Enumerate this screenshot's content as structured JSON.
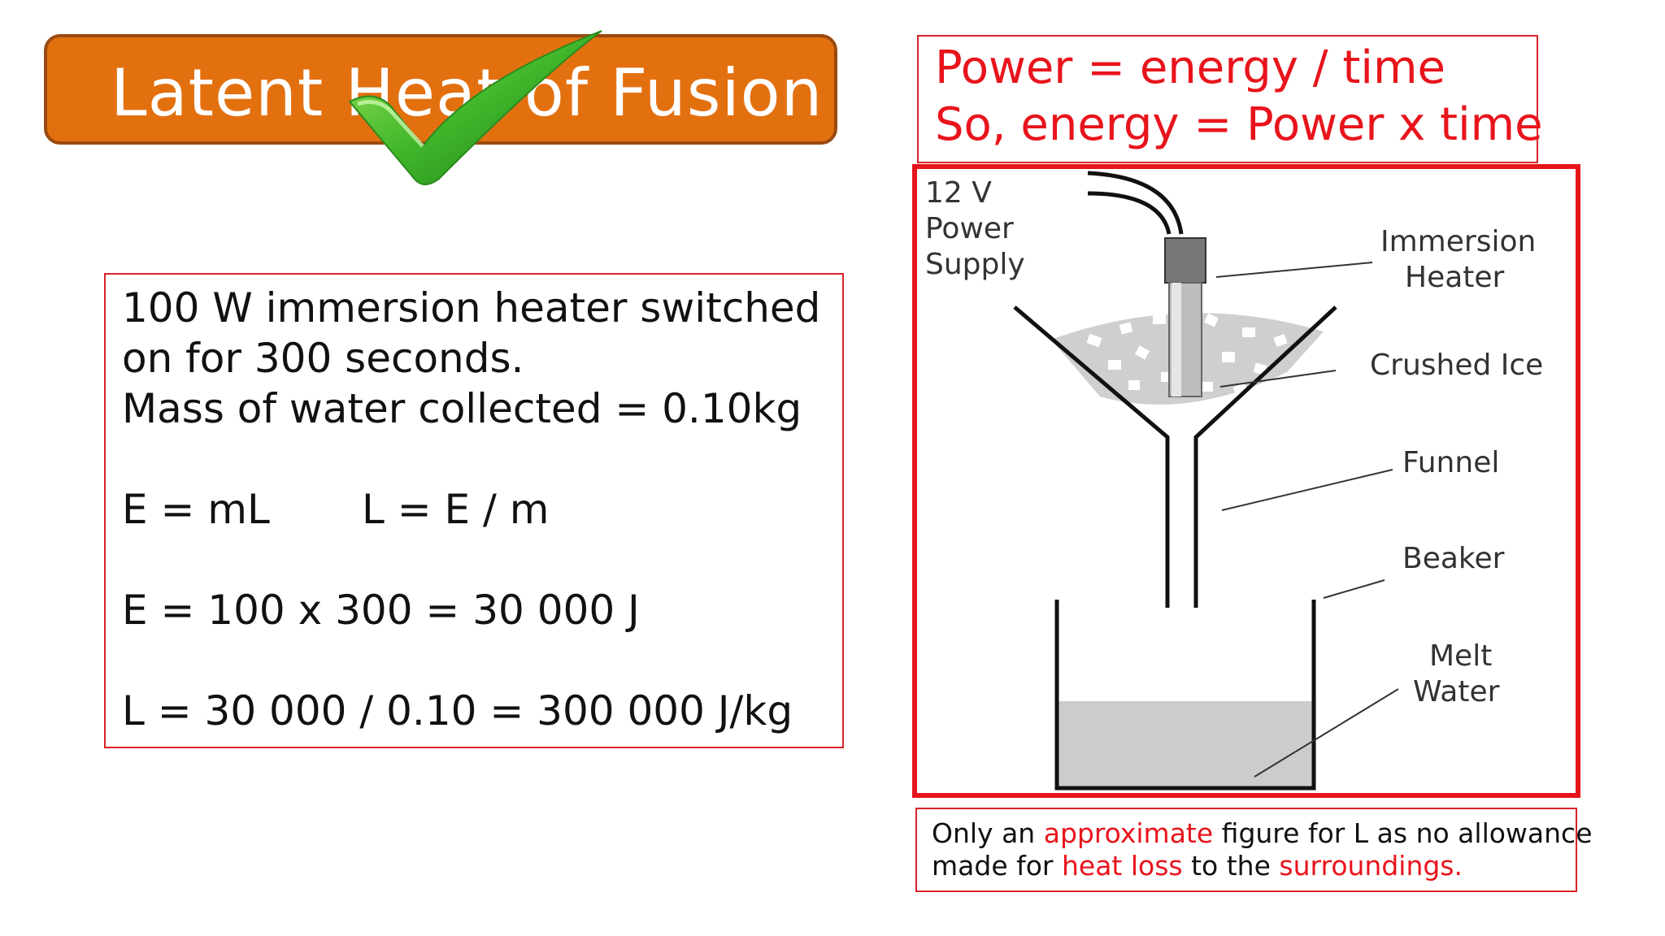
{
  "title": {
    "text": "Latent Heat of Fusion",
    "bg_color": "#e3700f",
    "icon": "green-check-icon"
  },
  "calculation": {
    "lines": [
      "100 W immersion heater switched",
      "on for 300 seconds.",
      "Mass of water collected = 0.10kg",
      "E  =  mL",
      "L  =  E / m",
      "E  =  100  x  300  =  30 000 J",
      "L  =  30 000 / 0.10  = 300 000 J/kg"
    ]
  },
  "power": {
    "line1": "Power  =  energy / time",
    "line2": "So,  energy = Power x time"
  },
  "diagram": {
    "labels": {
      "supply_1": "12 V",
      "supply_2": "Power",
      "supply_3": "Supply",
      "heater_1": "Immersion",
      "heater_2": "Heater",
      "ice": "Crushed Ice",
      "funnel": "Funnel",
      "beaker": "Beaker",
      "melt_1": "Melt",
      "melt_2": "Water"
    }
  },
  "note": {
    "line1_a": "Only an ",
    "line1_b": "approximate",
    "line1_c": " figure for L as no allowance",
    "line2_a": "made for ",
    "line2_b": "heat loss",
    "line2_c": " to the ",
    "line2_d": "surroundings."
  }
}
